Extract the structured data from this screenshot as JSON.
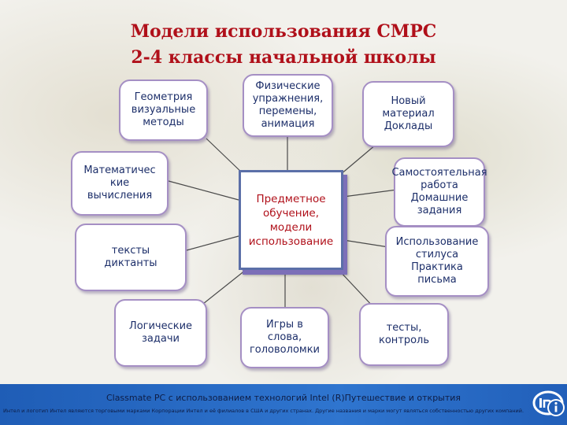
{
  "title": {
    "line1": "Модели использования СМРС",
    "line2": "2-4 классы начальной школы"
  },
  "center": "Предметное\nобучение,\nмодели\nиспользование",
  "nodes": {
    "geometry": "Геометрия\nвизуальные\nметоды",
    "physical": "Физические\nупражнения,\nперемены,\nанимация",
    "new_material": "Новый\nматериал\nДоклады",
    "math": "Математичес\nкие\nвычисления",
    "independent": "Самостоятельная\nработа\nДомашние\nзадания",
    "texts": "тексты\nдиктанты",
    "stylus": "Использование\nстилуса\nПрактика\nписьма",
    "logic": "Логические\nзадачи",
    "games": "Игры в\nслова,\nголоволомки",
    "tests": "тесты,\nконтроль"
  },
  "footer": {
    "main": "Classmate PC с использованием технологий Intel (R)Путешествие и открытия",
    "small": "Интел и логотип Интел являются торговыми марками Корпорации Интел и её филиалов в США и других странах. Другие названия и марки могут являться собственностью других компаний."
  },
  "colors": {
    "title": "#b0101a",
    "node_text": "#1d2f6a",
    "node_border": "#a58fc4",
    "footer_bg": "#2f75cf"
  },
  "icons": {
    "logo": "intel-inside-logo"
  }
}
